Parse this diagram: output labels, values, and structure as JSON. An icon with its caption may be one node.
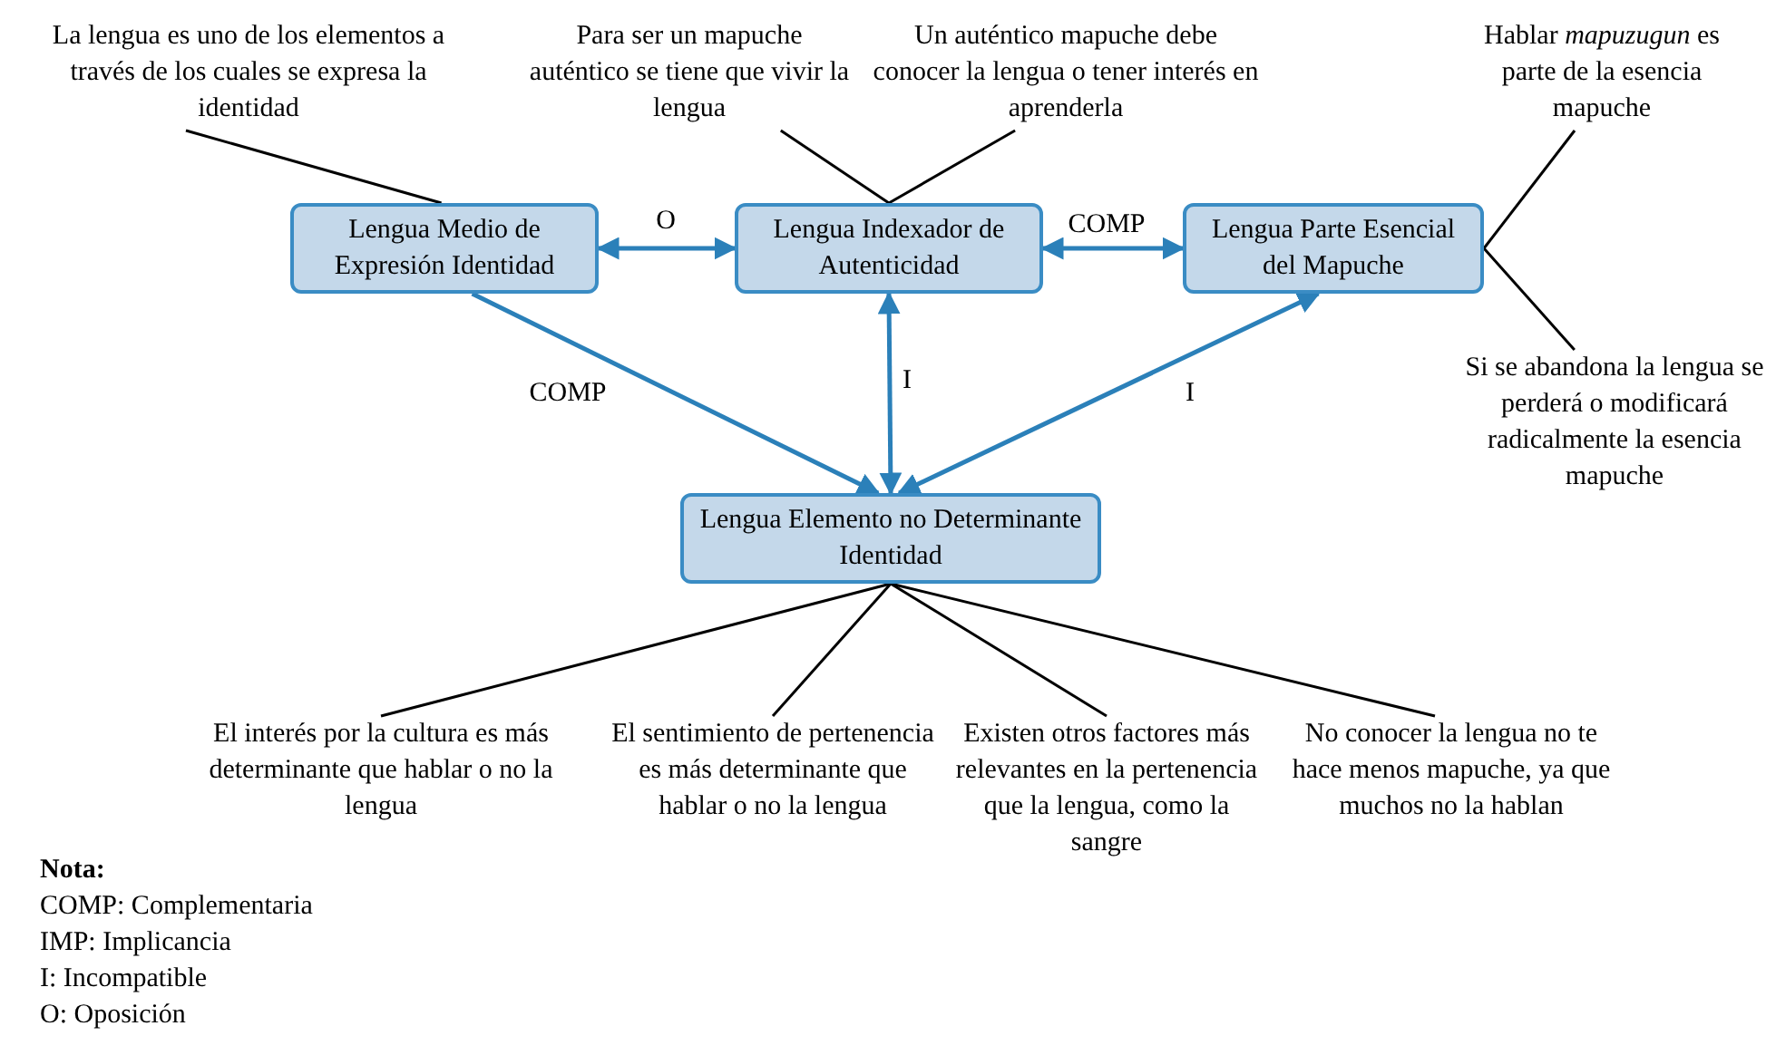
{
  "diagram": {
    "nodes": [
      {
        "text": [
          "Lengua Medio de Expresión Identidad"
        ]
      },
      {
        "text": [
          "Lengua Indexador de Autenticidad"
        ]
      },
      {
        "text": [
          "Lengua Parte Esencial del Mapuche"
        ]
      },
      {
        "text": [
          "Lengua Elemento no Determinante Identidad"
        ]
      },
      {
        "text": [
          "La lengua es uno de los elementos a través de los cuales se expresa la identidad"
        ]
      },
      {
        "text": [
          "Para ser un mapuche auténtico se tiene que vivir la lengua"
        ]
      },
      {
        "text": [
          "Un auténtico mapuche debe conocer la lengua o tener interés en aprenderla"
        ]
      },
      {
        "text": [
          "Hablar *mapuzugun* es parte de la esencia mapuche"
        ]
      },
      {
        "text": [
          "Si se abandona la lengua se perderá o modificará radicalmente la esencia mapuche"
        ]
      },
      {
        "text": [
          "El interés por la cultura es más determinante que hablar o no la lengua"
        ]
      },
      {
        "text": [
          "El sentimiento de pertenencia es más determinante que hablar o no la lengua"
        ]
      },
      {
        "text": [
          "Existen otros factores más relevantes en la pertenencia que la lengua, como la sangre"
        ]
      },
      {
        "text": [
          "No conocer la lengua no te hace menos mapuche, ya que muchos no la hablan"
        ]
      }
    ],
    "edges": [
      {
        "from": 0,
        "to": 1,
        "arrow": "both",
        "label": "O",
        "color": "#2b80b9"
      },
      {
        "from": 1,
        "to": 2,
        "arrow": "both",
        "label": "COMP",
        "color": "#2b80b9"
      },
      {
        "from": 0,
        "to": 3,
        "arrow": "to",
        "label": "COMP",
        "color": "#2b80b9"
      },
      {
        "from": 3,
        "to": 1,
        "arrow": "both",
        "label": "I",
        "color": "#2b80b9"
      },
      {
        "from": 3,
        "to": 2,
        "arrow": "both",
        "label": "I",
        "color": "#2b80b9"
      },
      {
        "from": 0,
        "to": 4,
        "arrow": "none"
      },
      {
        "from": 1,
        "to": 5,
        "arrow": "none"
      },
      {
        "from": 1,
        "to": 6,
        "arrow": "none"
      },
      {
        "from": 2,
        "to": 7,
        "arrow": "none"
      },
      {
        "from": 2,
        "to": 8,
        "arrow": "none"
      },
      {
        "from": 3,
        "to": 9,
        "arrow": "none"
      },
      {
        "from": 3,
        "to": 10,
        "arrow": "none"
      },
      {
        "from": 3,
        "to": 11,
        "arrow": "none"
      },
      {
        "from": 3,
        "to": 12,
        "arrow": "none"
      }
    ],
    "labels": [
      "Nota:",
      "COMP: Complementaria",
      "IMP: Implicancia",
      "I: Incompatible",
      "O: Oposición"
    ]
  }
}
